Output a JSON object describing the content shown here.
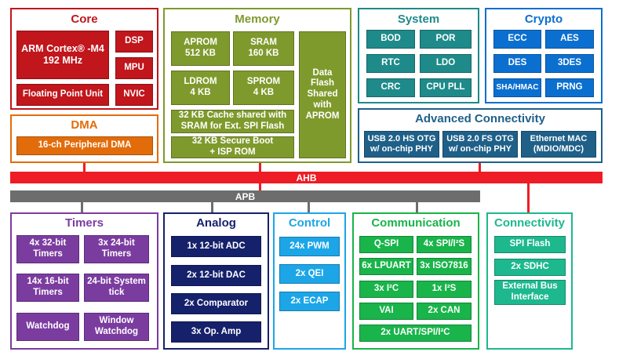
{
  "colors": {
    "core": "#c0161c",
    "dma": "#e36c0a",
    "memory": "#7f9a2c",
    "system": "#1f8a8a",
    "crypto": "#0b6fd0",
    "adv": "#1f6089",
    "timers": "#7b3ca0",
    "analog": "#16216b",
    "control": "#1ca6e8",
    "comm": "#19b44a",
    "connect": "#1db88e",
    "ahb": "#ee1c24",
    "apb": "#6d6d6d"
  },
  "core": {
    "title": "Core",
    "cpu_line1": "ARM Cortex® -M4",
    "cpu_line2": "192 MHz",
    "dsp": "DSP",
    "mpu": "MPU",
    "fpu": "Floating Point Unit",
    "nvic": "NVIC"
  },
  "dma": {
    "title": "DMA",
    "item": "16-ch Peripheral DMA"
  },
  "memory": {
    "title": "Memory",
    "aprom": "APROM\n512 KB",
    "sram": "SRAM\n160 KB",
    "ldrom": "LDROM\n4 KB",
    "sprom": "SPROM\n4 KB",
    "cache": "32 KB Cache shared with\nSRAM for  Ext. SPI Flash",
    "secure": "32 KB Secure Boot\n+ ISP ROM",
    "dataflash": "Data\nFlash\nShared\nwith\nAPROM"
  },
  "system": {
    "title": "System",
    "items": [
      "BOD",
      "POR",
      "RTC",
      "LDO",
      "CRC",
      "CPU PLL"
    ]
  },
  "crypto": {
    "title": "Crypto",
    "items": [
      "ECC",
      "AES",
      "DES",
      "3DES",
      "SHA/HMAC",
      "PRNG"
    ]
  },
  "adv": {
    "title": "Advanced Connectivity",
    "items": [
      "USB 2.0 HS OTG\nw/ on-chip PHY",
      "USB 2.0 FS OTG\nw/ on-chip PHY",
      "Ethernet MAC\n(MDIO/MDC)"
    ]
  },
  "ahb": "AHB",
  "apb": "APB",
  "timers": {
    "title": "Timers",
    "items": [
      "4x 32-bit\nTimers",
      "3x 24-bit\nTimers",
      "14x 16-bit\nTimers",
      "24-bit System\ntick",
      "Watchdog",
      "Window\nWatchdog"
    ]
  },
  "analog": {
    "title": "Analog",
    "items": [
      "1x 12-bit ADC",
      "2x 12-bit DAC",
      "2x Comparator",
      "3x Op. Amp"
    ]
  },
  "control": {
    "title": "Control",
    "items": [
      "24x PWM",
      "2x QEI",
      "2x ECAP"
    ]
  },
  "comm": {
    "title": "Communication",
    "items": [
      "Q-SPI",
      "4x SPI/I²S",
      "6x LPUART",
      "3x ISO7816",
      "3x I²C",
      "1x I²S",
      "VAI",
      "2x CAN",
      "2x UART/SPI/I²C"
    ]
  },
  "connect": {
    "title": "Connectivity",
    "items": [
      "SPI Flash",
      "2x SDHC",
      "External Bus\nInterface"
    ]
  }
}
